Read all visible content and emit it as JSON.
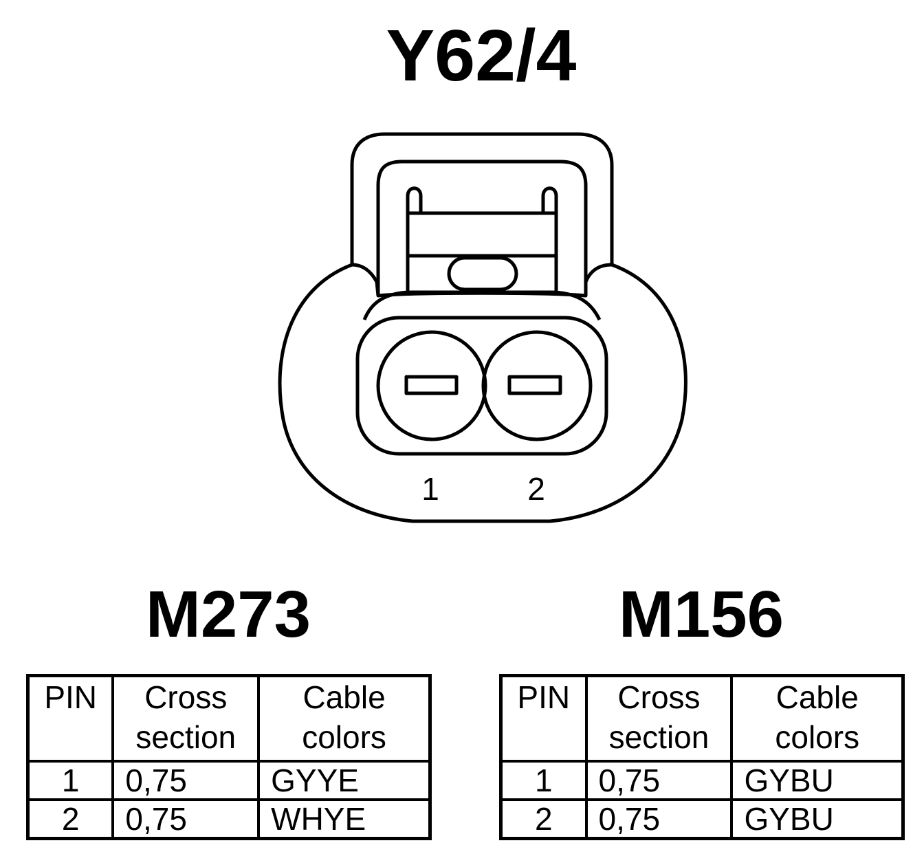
{
  "connector": {
    "title": "Y62/4",
    "pin_labels": [
      "1",
      "2"
    ]
  },
  "tables": [
    {
      "engine": "M273",
      "headers": {
        "pin": "PIN",
        "cross_line1": "Cross",
        "cross_line2": "section",
        "color_line1": "Cable",
        "color_line2": "colors"
      },
      "rows": [
        {
          "pin": "1",
          "cross": "0,75",
          "color": "GYYE"
        },
        {
          "pin": "2",
          "cross": "0,75",
          "color": "WHYE"
        }
      ]
    },
    {
      "engine": "M156",
      "headers": {
        "pin": "PIN",
        "cross_line1": "Cross",
        "cross_line2": "section",
        "color_line1": "Cable",
        "color_line2": "colors"
      },
      "rows": [
        {
          "pin": "1",
          "cross": "0,75",
          "color": "GYBU"
        },
        {
          "pin": "2",
          "cross": "0,75",
          "color": "GYBU"
        }
      ]
    }
  ]
}
